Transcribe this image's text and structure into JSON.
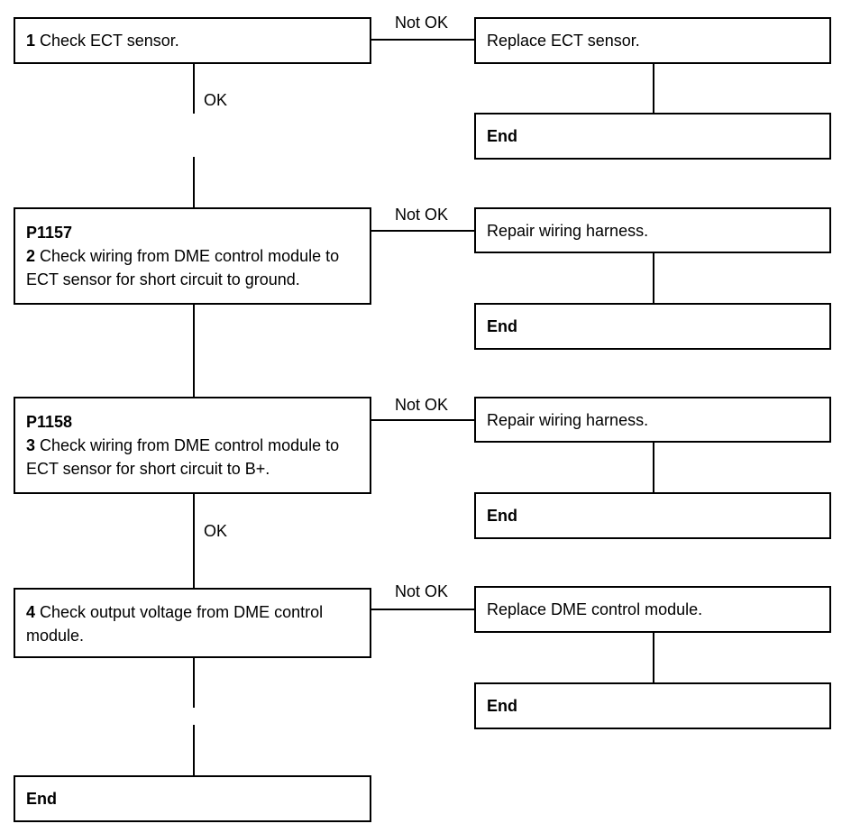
{
  "labels": {
    "ok": "OK",
    "not_ok": "Not OK",
    "end": "End"
  },
  "steps": [
    {
      "code": "",
      "number": "1",
      "text": " Check ECT sensor.",
      "action": "Replace ECT sensor."
    },
    {
      "code": "P1157",
      "number": "2",
      "text": " Check wiring from DME control module to ECT sensor for short circuit to ground.",
      "action": "Repair wiring harness."
    },
    {
      "code": "P1158",
      "number": "3",
      "text": " Check wiring from DME control module to ECT sensor for short circuit to B+.",
      "action": "Repair wiring harness."
    },
    {
      "code": "",
      "number": "4",
      "text": " Check output voltage from DME control module.",
      "action": "Replace DME control module."
    }
  ]
}
